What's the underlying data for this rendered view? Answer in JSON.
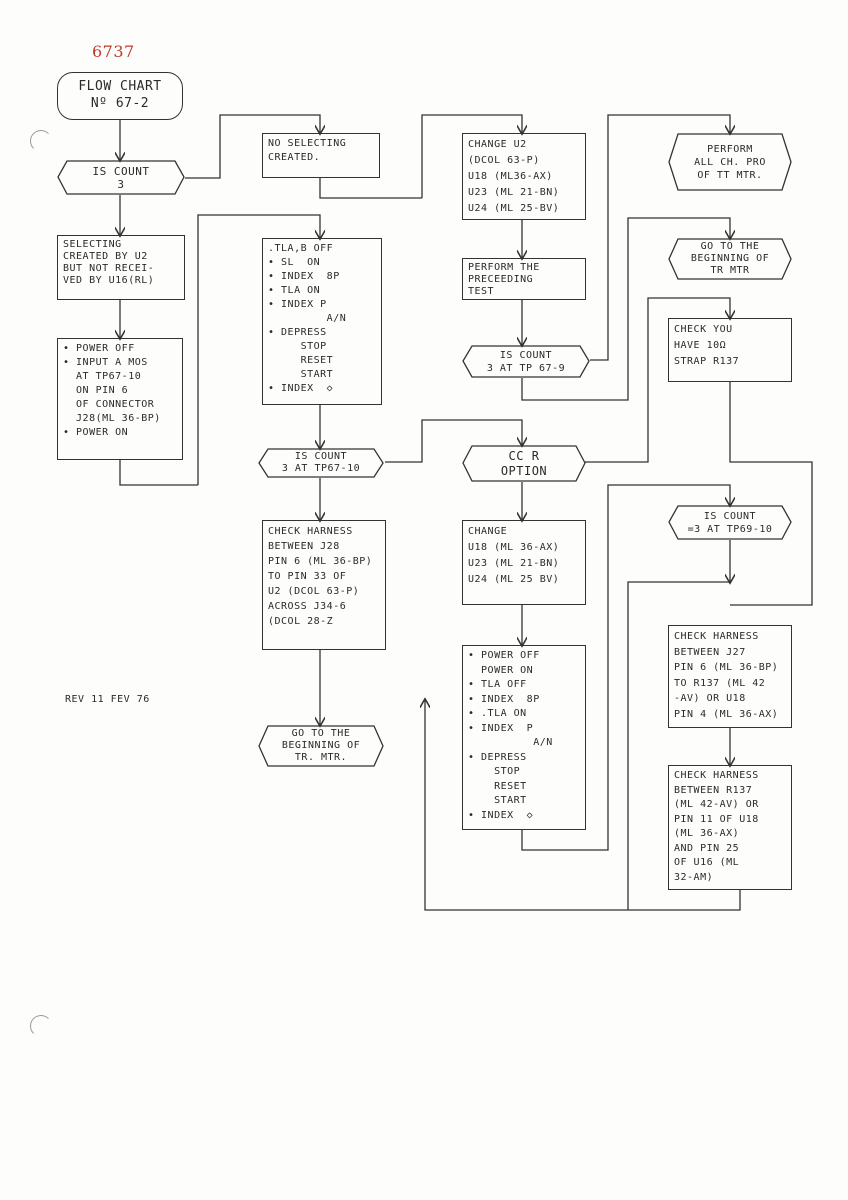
{
  "page_number": "6737",
  "revision": "REV 11 FEV 76",
  "title": "FLOW CHART\nNº 67-2",
  "col1": {
    "decision": "IS COUNT\n3",
    "selecting": "SELECTING\nCREATED BY U2\nBUT NOT RECEI-\nVED BY U16(RL)",
    "power": "• POWER OFF\n• INPUT A MOS\n  AT TP67-10\n  ON PIN 6\n  OF CONNECTOR\n  J28(ML 36-BP)\n• POWER ON"
  },
  "col2": {
    "no_selecting": "NO SELECTING\nCREATED.",
    "sequence": ".TLA,B OFF\n• SL  ON\n• INDEX  8P\n• TLA ON\n• INDEX P\n         A/N\n• DEPRESS\n     STOP\n     RESET\n     START\n• INDEX  ◇",
    "decision": "IS COUNT\n3 AT TP67-10",
    "harness": "CHECK HARNESS\nBETWEEN J28\nPIN 6 (ML 36-BP)\nTO PIN 33 OF\nU2 (DCOL 63-P)\nACROSS J34-6\n(DCOL 28-Z",
    "goto": "GO TO THE\nBEGINNING OF\nTR. MTR."
  },
  "col3": {
    "change_u2": "CHANGE U2\n(DCOL 63-P)\nU18 (ML36-AX)\nU23 (ML 21-BN)\nU24 (ML 25-BV)",
    "perform": "PERFORM THE\nPRECEEDING\nTEST",
    "decision": "IS COUNT\n3 AT TP 67-9",
    "ccr": "CC R\nOPTION",
    "change_u18": "CHANGE\nU18 (ML 36-AX)\nU23 (ML 21-BN)\nU24 (ML 25 BV)",
    "sequence": "• POWER OFF\n  POWER ON\n• TLA OFF\n• INDEX  8P\n• .TLA ON\n• INDEX  P\n          A/N\n• DEPRESS\n    STOP\n    RESET\n    START\n• INDEX  ◇"
  },
  "col4": {
    "perform_all": "PERFORM\nALL CH. PRO\nOF TT MTR.",
    "goto": "GO TO THE\nBEGINNING OF\nTR MTR",
    "check_strap": "CHECK YOU\nHAVE 10Ω\nSTRAP R137",
    "decision": "IS COUNT\n=3 AT TP69-10",
    "harness1": "CHECK HARNESS\nBETWEEN J27\nPIN 6 (ML 36-BP)\nTO R137 (ML 42\n-AV) OR U18\nPIN 4 (ML 36-AX)",
    "harness2": "CHECK HARNESS\nBETWEEN R137\n(ML 42-AV) OR\nPIN 11 OF U18\n(ML 36-AX)\nAND PIN 25\nOF U16 (ML\n32-AM)"
  }
}
